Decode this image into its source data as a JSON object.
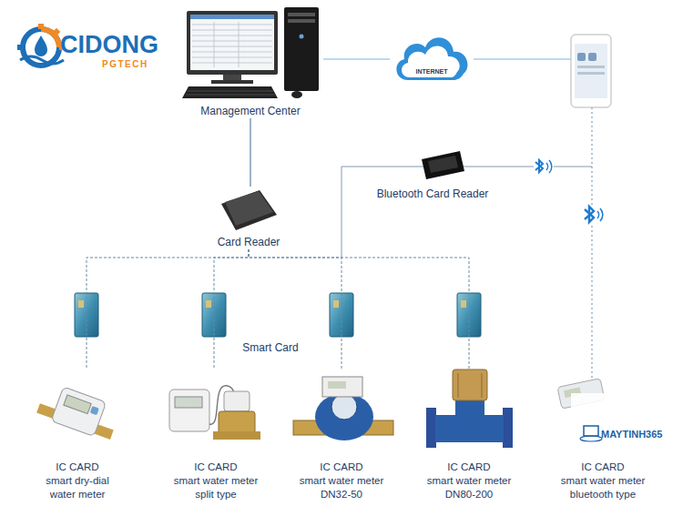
{
  "diagram": {
    "nodes": [
      {
        "text": [
          "Management Center"
        ]
      },
      {
        "text": [
          "INTERNET"
        ]
      },
      {
        "text": [
          "Bluetooth Card Reader"
        ]
      },
      {
        "text": [
          "Card Reader"
        ]
      },
      {
        "text": [
          "IC CARD",
          "smart dry-dial water meter"
        ]
      },
      {
        "text": [
          "IC CARD",
          "smart water meter split type"
        ]
      },
      {
        "text": [
          "IC CARD",
          "smart water meter DN32-50"
        ]
      },
      {
        "text": [
          "IC CARD",
          "smart water meter DN80-200"
        ]
      },
      {
        "text": [
          "IC CARD",
          "smart water meter bluetooth type"
        ]
      }
    ],
    "edges": [
      {
        "from": 0,
        "to": 1,
        "arrow": "none"
      },
      {
        "from": 0,
        "to": 3,
        "arrow": "none"
      },
      {
        "from": 3,
        "to": 4,
        "arrow": "none"
      },
      {
        "from": 3,
        "to": 5,
        "arrow": "none"
      },
      {
        "from": 3,
        "to": 6,
        "arrow": "none"
      },
      {
        "from": 3,
        "to": 7,
        "arrow": "none"
      }
    ],
    "labels": [
      "CIDONG",
      "PGTECH",
      "Smart Card",
      "MAYTINH365"
    ]
  }
}
